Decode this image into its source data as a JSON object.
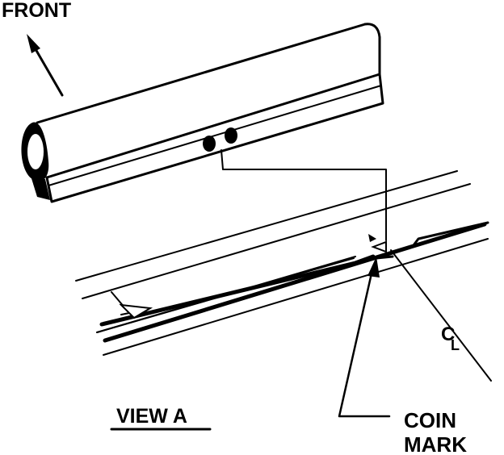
{
  "labels": {
    "front": "FRONT",
    "view": "VIEW A",
    "centerline": "C",
    "centerline_sub": "L",
    "coin_line1": "COIN",
    "coin_line2": "MARK"
  },
  "colors": {
    "ink": "#000000",
    "paper": "#ffffff"
  }
}
